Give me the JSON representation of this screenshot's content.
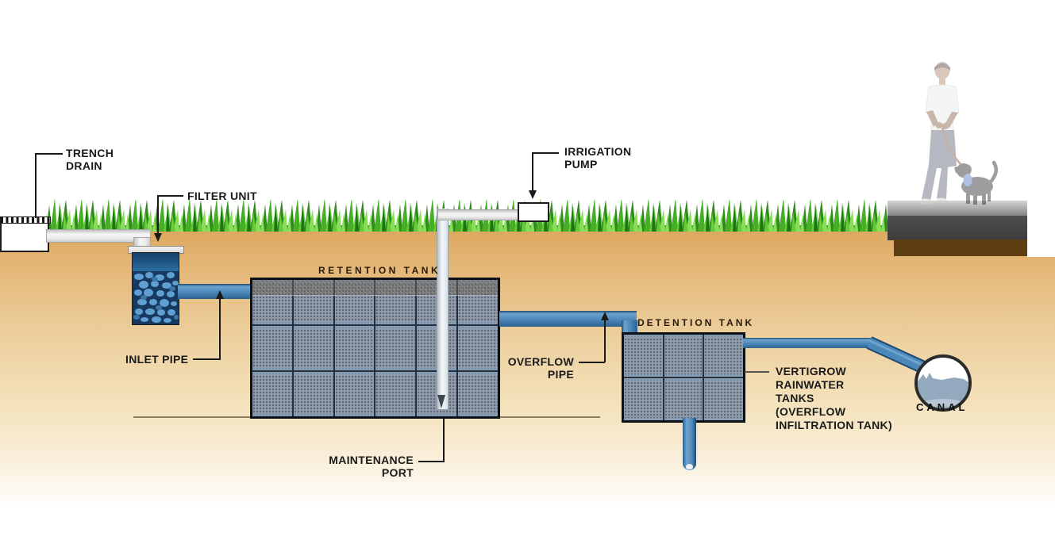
{
  "labels": {
    "trench_drain": [
      "TRENCH",
      "DRAIN"
    ],
    "filter_unit": "FILTER UNIT",
    "retention_tank": "RETENTION TANK",
    "inlet_pipe": "INLET PIPE",
    "irrigation_pump": [
      "IRRIGATION",
      "PUMP"
    ],
    "overflow_pipe": [
      "OVERFLOW",
      "PIPE"
    ],
    "maintenance_port": [
      "MAINTENANCE",
      "PORT"
    ],
    "detention_tank": "DETENTION TANK",
    "vertigrow_tanks": [
      "VERTIGROW",
      "RAINWATER",
      "TANKS",
      "(OVERFLOW",
      "INFILTRATION TANK)"
    ],
    "canal": "CANAL"
  },
  "structure": {
    "retention_grid": "6x3",
    "detention_grid": "3x2"
  },
  "colors": {
    "soil_top": "#dfa860",
    "soil_fade": "#f9efd9",
    "grass_green": "#45ad27",
    "pipe_blue": "#4c88ba",
    "pipe_blue_dark": "#1f4a70",
    "filter_water": "#1d5d96",
    "tank_cell": "#909cab",
    "tank_grid_line": "#26303c",
    "canal_water": "#93a9be",
    "pavement_gray": "#4a4a4a",
    "pavement_brown": "#5c3c0e",
    "label_text": "#1a1a1a"
  },
  "illustrations": {
    "man_walking_dog": "faded photo of man walking a black dog on pavement",
    "canal_icon": "circle with water level",
    "grass": "green grass strip along ground surface"
  }
}
